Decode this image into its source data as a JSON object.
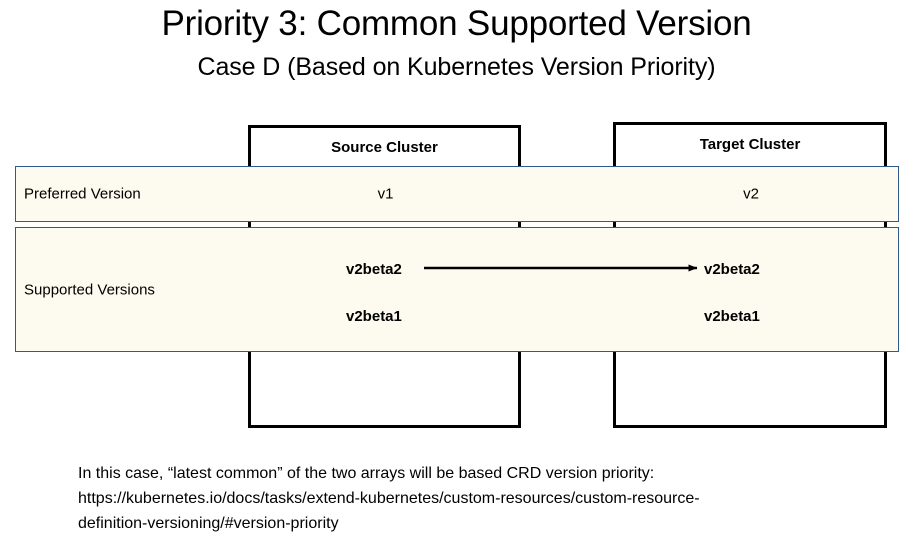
{
  "slide": {
    "title": "Priority 3: Common Supported Version",
    "subtitle": "Case D (Based on Kubernetes Version Priority)"
  },
  "colors": {
    "row_fill": "#FDFAEF",
    "row_border": "#2E5A8E",
    "box_border": "#000000",
    "text": "#000000"
  },
  "diagram": {
    "columns": [
      {
        "id": "source",
        "header": "Source Cluster"
      },
      {
        "id": "target",
        "header": "Target Cluster"
      }
    ],
    "rows": [
      {
        "id": "preferred",
        "label": "Preferred Version",
        "source": "v1",
        "target": "v2"
      },
      {
        "id": "supported",
        "label": "Supported Versions",
        "source_list": [
          "v2beta2",
          "v2beta1"
        ],
        "target_list": [
          "v2beta2",
          "v2beta1"
        ]
      }
    ],
    "arrow": {
      "from": "v2beta2",
      "to": "v2beta2",
      "label": ""
    }
  },
  "footer": {
    "lines": [
      "In this case, “latest common” of the two arrays will be based CRD version priority:",
      "https://kubernetes.io/docs/tasks/extend-kubernetes/custom-resources/custom-resource-",
      "definition-versioning/#version-priority"
    ]
  }
}
